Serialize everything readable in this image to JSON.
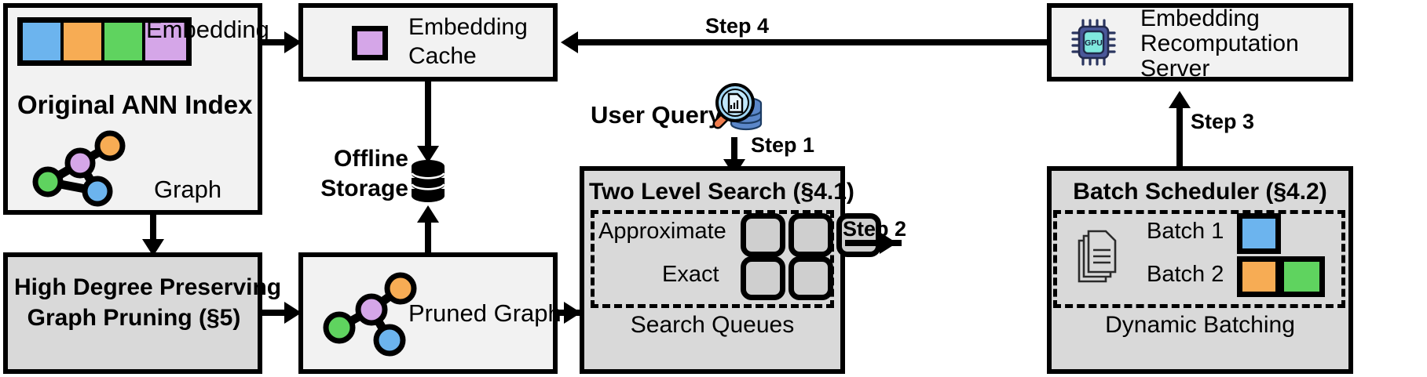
{
  "title": "ANN index serving architecture with embedding recomputation",
  "colors": {
    "blue": "#6cb4ee",
    "orange": "#f7ac54",
    "green": "#5fd35f",
    "purple": "#d5a6e8",
    "box_light": "#f2f2f2",
    "box_gray": "#d9d9d9",
    "queue_block": "#cfcfcf",
    "gpu_frame": "#4a5899",
    "gpu_core": "#7fe8de",
    "db_blue": "#5b87c9",
    "magnifier": "#9fd4f2",
    "handle_orange": "#ef7d4e"
  },
  "boxes": {
    "original_index": {
      "title": "Original ANN Index",
      "embedding_label": "Embedding",
      "graph_label": "Graph",
      "swatches": [
        "blue",
        "orange",
        "green",
        "purple"
      ]
    },
    "pruning": {
      "line1": "High Degree Preserving",
      "line2": "Graph Pruning (§5)"
    },
    "embedding_cache": {
      "line1": "Embedding",
      "line2": "Cache",
      "icon": "purple-square-icon"
    },
    "pruned_graph": {
      "label": "Pruned Graph"
    },
    "two_level_search": {
      "title": "Two Level Search (§4.1)",
      "row1_label": "Approximate",
      "row1_blocks": 3,
      "row2_label": "Exact",
      "row2_blocks": 2,
      "caption": "Search Queues"
    },
    "batch_scheduler": {
      "title": "Batch Scheduler (§4.2)",
      "batch1_label": "Batch 1",
      "batch1_colors": [
        "blue"
      ],
      "batch2_label": "Batch 2",
      "batch2_colors": [
        "orange",
        "green"
      ],
      "caption": "Dynamic Batching",
      "icon": "documents-icon"
    },
    "recomputation_server": {
      "line1": "Embedding",
      "line2": "Recomputation",
      "line3": "Server",
      "icon": "gpu-chip-icon",
      "chip_label": "GPU"
    }
  },
  "annotations": {
    "offline_storage": "Offline\nStorage",
    "offline_storage_line1": "Offline",
    "offline_storage_line2": "Storage",
    "storage_icon": "database-cylinder-icon",
    "user_query": "User Query",
    "user_query_icon": "query-search-database-icon",
    "step1": "Step 1",
    "step2": "Step 2",
    "step3": "Step 3",
    "step4": "Step 4"
  }
}
